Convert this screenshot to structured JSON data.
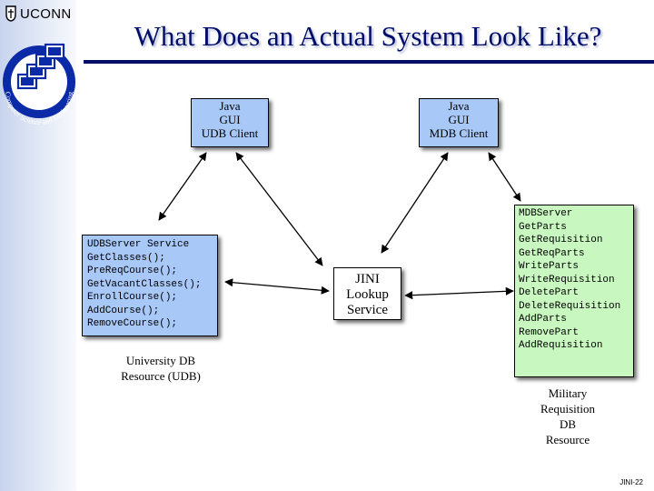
{
  "header": {
    "brand": "UCONN",
    "logo_arc_text": "Computer Science and Engineering"
  },
  "slide": {
    "title": "What Does an Actual System Look Like?",
    "number": "JINI-22"
  },
  "nodes": {
    "udb_client": {
      "lines": [
        "Java",
        "GUI",
        "UDB Client"
      ]
    },
    "mdb_client": {
      "lines": [
        "Java",
        "GUI",
        "MDB Client"
      ]
    },
    "udb_server": {
      "lines": [
        "UDBServer Service",
        "GetClasses();",
        "PreReqCourse();",
        "GetVacantClasses();",
        "EnrollCourse();",
        "AddCourse();",
        "RemoveCourse();"
      ]
    },
    "jini_lookup": {
      "lines": [
        "JINI",
        "Lookup",
        "Service"
      ]
    },
    "mdb_server": {
      "lines": [
        "MDBServer",
        "GetParts",
        "GetRequisition",
        "GetReqParts",
        "WriteParts",
        "WriteRequisition",
        "DeletePart",
        "DeleteRequisition",
        "AddParts",
        "RemovePart",
        "AddRequisition"
      ]
    },
    "udb_resource": {
      "lines": [
        "University DB",
        "Resource (UDB)"
      ]
    },
    "mdb_resource": {
      "lines": [
        "Military",
        "Requisition",
        "DB",
        "Resource"
      ]
    }
  },
  "colors": {
    "title": "#000e6a",
    "client_fill": "#a8c8f8",
    "mdb_server_fill": "#c8f8c0",
    "jini_fill": "#ffffff"
  }
}
